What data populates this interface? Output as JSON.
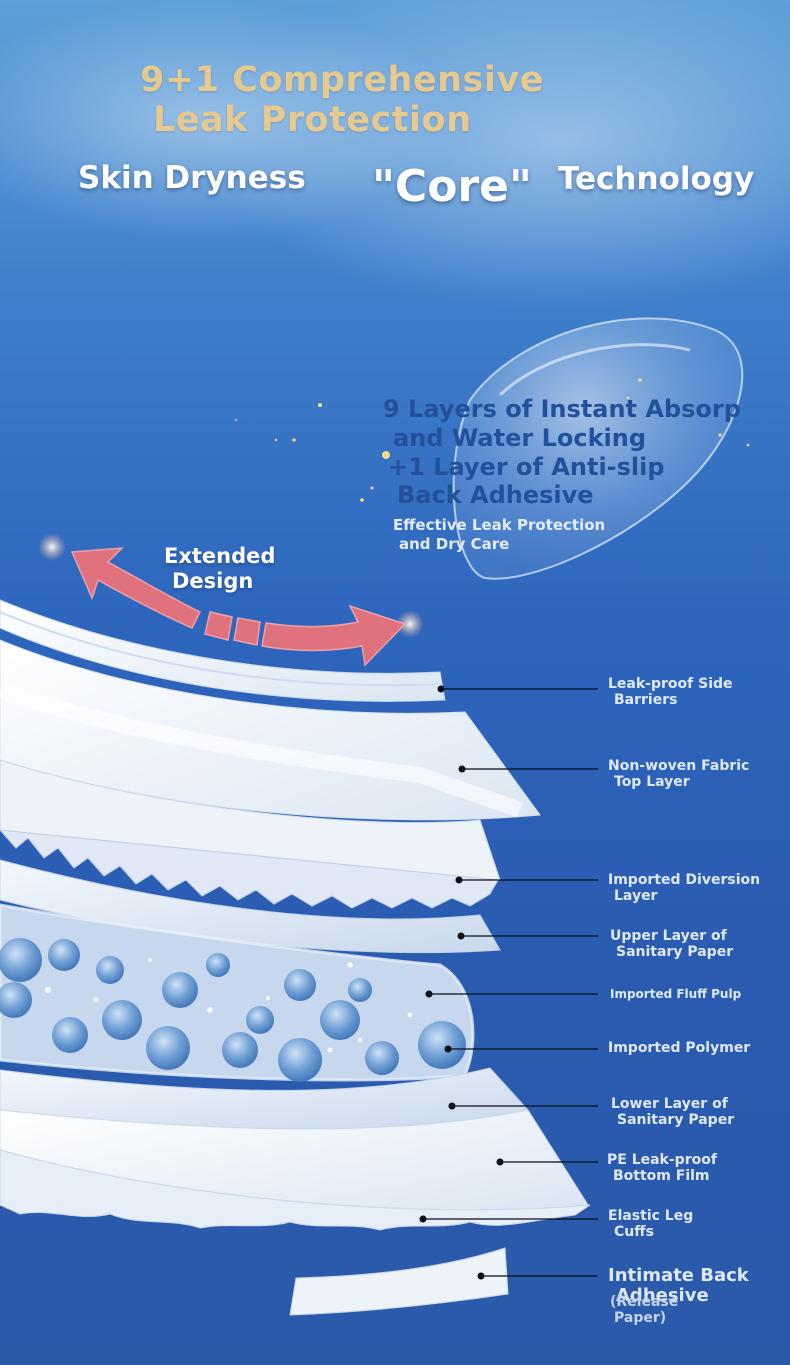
{
  "headline": {
    "line1": "9+1 Comprehensive",
    "line2": "Leak Protection"
  },
  "features": {
    "skin": "Skin Dryness",
    "core": "\"Core\"",
    "technology": "Technology"
  },
  "layers_claim": {
    "line1": "9 Layers of Instant Absorp",
    "line2": "and Water Locking",
    "line3": "+1 Layer of Anti-slip",
    "line4": "Back Adhesive"
  },
  "effect": {
    "line1": "Effective Leak Protection",
    "line2": "and Dry Care"
  },
  "extended": {
    "line1": "Extended",
    "line2": "Design"
  },
  "layer_labels": [
    {
      "line1": "Leak-proof Side",
      "line2": "Barriers"
    },
    {
      "line1": "Non-woven Fabric",
      "line2": "Top Layer"
    },
    {
      "line1": "Imported Diversion",
      "line2": "Layer"
    },
    {
      "line1": "Upper Layer of",
      "line2": "Sanitary Paper"
    },
    {
      "line1": "Imported Fluff Pulp"
    },
    {
      "line1": "Imported Polymer"
    },
    {
      "line1": "Lower Layer of",
      "line2": "Sanitary Paper"
    },
    {
      "line1": "PE Leak-proof",
      "line2": "Bottom Film"
    },
    {
      "line1": "Elastic Leg",
      "line2": "Cuffs"
    },
    {
      "line1": "Intimate Back",
      "line2": "Adhesive",
      "line3": "(Release",
      "line4": "Paper)"
    }
  ],
  "colors": {
    "title_gold": "#e6c98f",
    "claim_navy": "#23509a",
    "arrow_red": "#e9737a",
    "leader_black": "#0b0f1a"
  }
}
